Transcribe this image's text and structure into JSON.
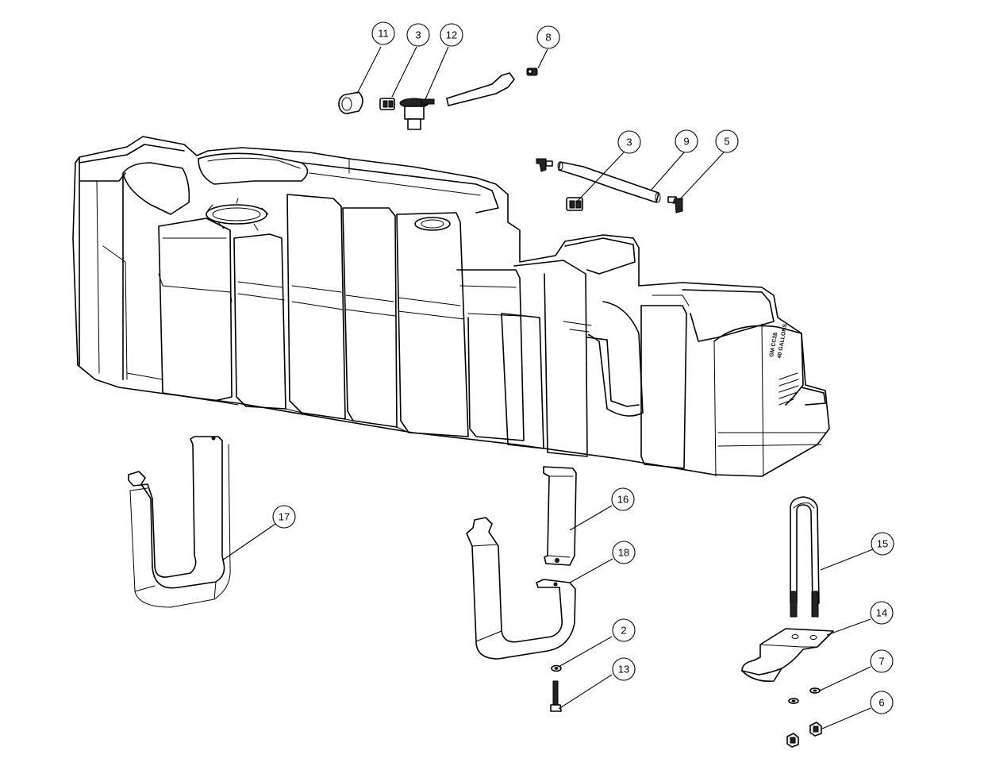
{
  "diagram": {
    "type": "exploded-assembly",
    "tank_label": {
      "line1": "GM CC28",
      "line2": "40 GALLONS"
    },
    "balloons": [
      {
        "id": "b11",
        "label": "11"
      },
      {
        "id": "b3a",
        "label": "3"
      },
      {
        "id": "b12",
        "label": "12"
      },
      {
        "id": "b8",
        "label": "8"
      },
      {
        "id": "b3b",
        "label": "3"
      },
      {
        "id": "b9",
        "label": "9"
      },
      {
        "id": "b5",
        "label": "5"
      },
      {
        "id": "b17",
        "label": "17"
      },
      {
        "id": "b16",
        "label": "16"
      },
      {
        "id": "b18",
        "label": "18"
      },
      {
        "id": "b15",
        "label": "15"
      },
      {
        "id": "b14",
        "label": "14"
      },
      {
        "id": "b2",
        "label": "2"
      },
      {
        "id": "b13",
        "label": "13"
      },
      {
        "id": "b7",
        "label": "7"
      },
      {
        "id": "b6",
        "label": "6"
      }
    ]
  }
}
